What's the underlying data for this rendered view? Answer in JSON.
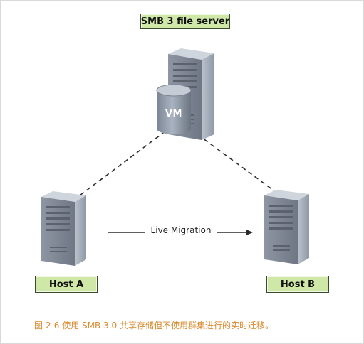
{
  "diagram": {
    "server_label": "SMB 3 file server",
    "vm_label": "VM",
    "migration_label": "Live Migration",
    "host_a_label": "Host A",
    "host_b_label": "Host B",
    "caption": "图 2-6 使用 SMB 3.0 共享存储但不使用群集进行的实时迁移。"
  },
  "colors": {
    "label_fill": "#cfe8a8",
    "label_border": "#3a4a2f",
    "caption_text": "#d8892e",
    "server_body": "#6f7785"
  }
}
